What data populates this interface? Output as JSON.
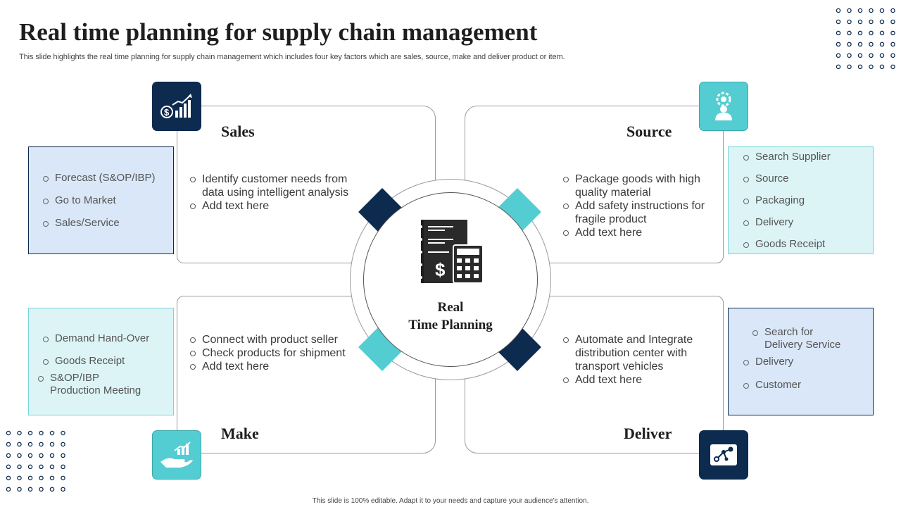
{
  "header": {
    "title": "Real time planning for supply chain management",
    "subtitle": "This slide highlights the real time planning for supply chain management which includes four key factors which are sales, source, make and deliver product or item."
  },
  "center": {
    "line1": "Real",
    "line2": "Time Planning"
  },
  "quadrants": {
    "sales": {
      "title": "Sales",
      "bullets": [
        "Identify customer needs from data using intelligent analysis",
        "Add text here"
      ],
      "icon": "money-growth-chart-icon",
      "side": [
        "Forecast (S&OP/IBP)",
        "Go to Market",
        "Sales/Service"
      ]
    },
    "source": {
      "title": "Source",
      "bullets": [
        "Package goods with high quality material",
        "Add safety instructions for fragile product",
        "Add text here"
      ],
      "icon": "gear-person-icon",
      "side": [
        "Search Supplier",
        "Source",
        "Packaging",
        "Delivery",
        "Goods Receipt"
      ]
    },
    "make": {
      "title": "Make",
      "bullets": [
        "Connect with product seller",
        "Check products for shipment",
        "Add text here"
      ],
      "icon": "hand-growth-icon",
      "side": [
        "Demand Hand-Over",
        "Goods Receipt",
        "S&OP/IBP Production Meeting"
      ]
    },
    "deliver": {
      "title": "Deliver",
      "bullets": [
        "Automate and Integrate distribution center with transport vehicles",
        "Add text here"
      ],
      "icon": "network-card-icon",
      "side": [
        "Search for Delivery Service",
        "Delivery",
        "Customer"
      ]
    }
  },
  "footer": "This slide is 100% editable. Adapt it to your needs and capture your audience's attention.",
  "colors": {
    "navy": "#0d2a4f",
    "teal": "#53cdd2",
    "light_blue": "#d9e7f8",
    "light_teal": "#dcf4f6"
  }
}
